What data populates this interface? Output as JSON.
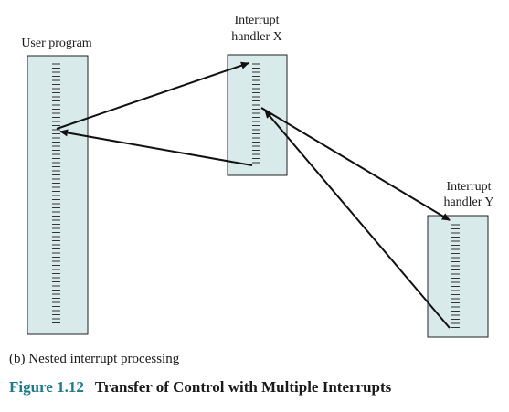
{
  "blocks": {
    "user_program": {
      "label": "User program"
    },
    "handler_x": {
      "label_line1": "Interrupt",
      "label_line2": "handler X"
    },
    "handler_y": {
      "label_line1": "Interrupt",
      "label_line2": "handler Y"
    }
  },
  "caption": "(b) Nested interrupt processing",
  "figure": {
    "number": "Figure 1.12",
    "title": "Transfer of Control with Multiple Interrupts"
  },
  "colors": {
    "block_fill": "#d8eae9",
    "block_stroke": "#222222",
    "arrow": "#111111",
    "figure_number": "#1d7a8c"
  }
}
